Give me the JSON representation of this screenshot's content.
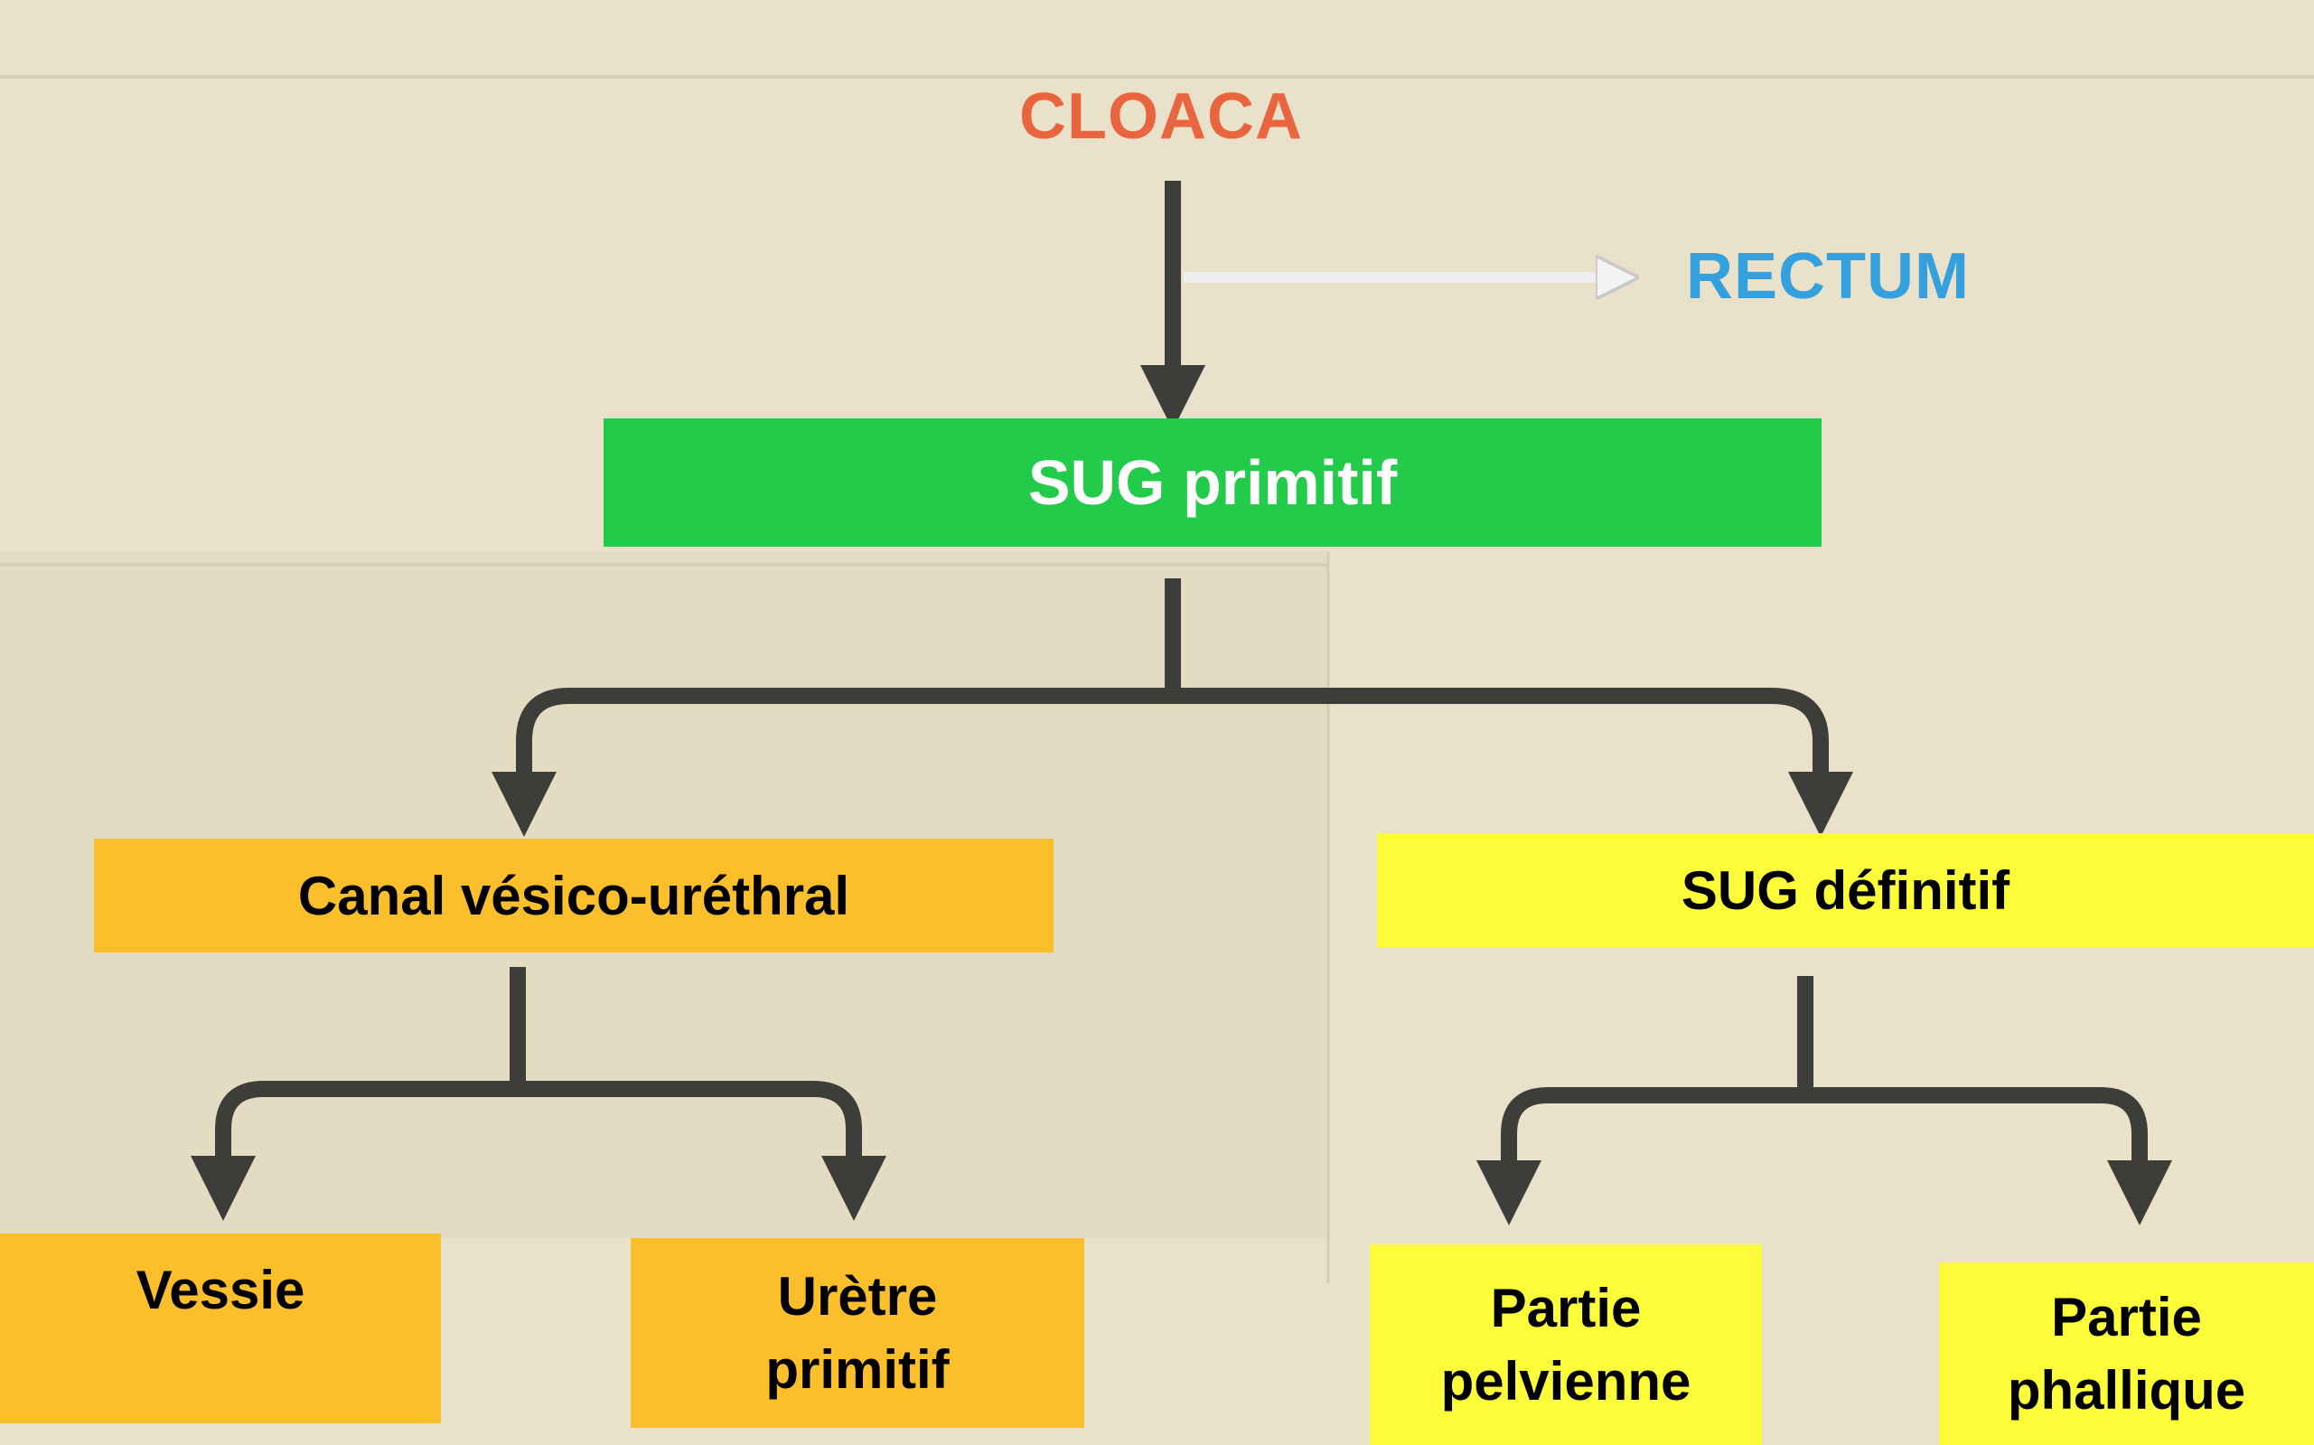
{
  "colors": {
    "background": "#e9e1c9",
    "cloaca": "#e9653f",
    "rectum": "#34a0de",
    "primitive_box": "#22cc4a",
    "orange_box": "#fbbf2c",
    "yellow_box": "#fdfc3b",
    "connector": "#3d3d3a",
    "rectum_arrow": "#f2f2f2"
  },
  "diagram": {
    "root": "CLOACA",
    "side_branch": "RECTUM",
    "level1": "SUG primitif",
    "left_branch": "Canal vésico-uréthral",
    "right_branch": "SUG définitif",
    "left_children": [
      {
        "lines": [
          "Vessie"
        ]
      },
      {
        "lines": [
          "Urètre",
          "primitif"
        ]
      }
    ],
    "right_children": [
      {
        "lines": [
          "Partie",
          "pelvienne"
        ]
      },
      {
        "lines": [
          "Partie",
          "phallique"
        ]
      }
    ]
  }
}
